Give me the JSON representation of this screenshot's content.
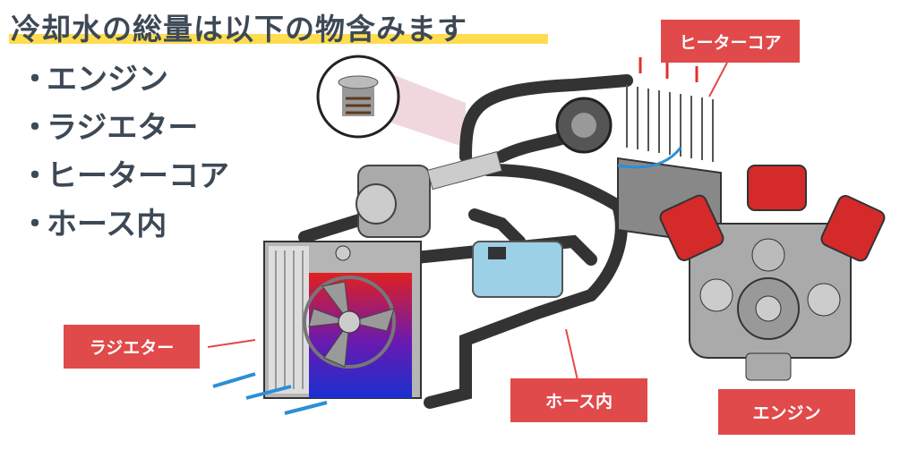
{
  "title": "冷却水の総量は以下の物含みます",
  "list": {
    "bullet": "・",
    "items": [
      "エンジン",
      "ラジエター",
      "ヒーターコア",
      "ホース内"
    ]
  },
  "labels": {
    "heater_core": "ヒーターコア",
    "radiator": "ラジエター",
    "hose": "ホース内",
    "engine": "エンジン"
  },
  "colors": {
    "accent": "#e04a4a",
    "highlight": "#ffdc50",
    "text": "#3d4955",
    "coolant_cold": "#2b8fd6",
    "coolant_hot": "#e03030"
  }
}
